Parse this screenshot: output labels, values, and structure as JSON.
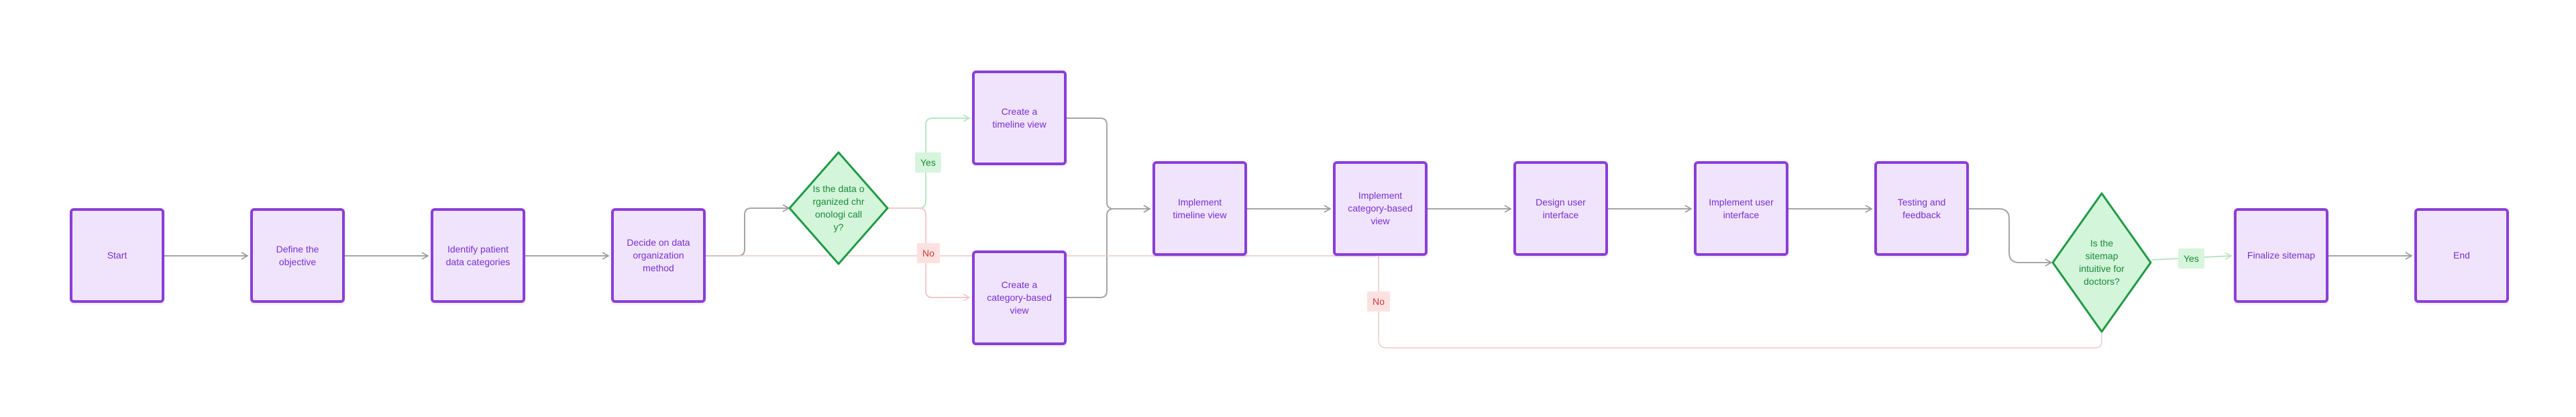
{
  "colors": {
    "process_fill": "#f0e4fd",
    "process_border": "#8a3ed8",
    "process_text": "#7a2fd3",
    "decision_fill": "#d3f5da",
    "decision_border": "#1f9a45",
    "decision_text": "#1b8a3a",
    "edge_neutral": "#a5a5a5",
    "edge_yes": "#b8e6c2",
    "edge_no": "#f3c9c9"
  },
  "nodes": {
    "start": "Start",
    "define_objective": "Define the objective",
    "identify_categories": "Identify patient data categories",
    "decide_method": "Decide on data organization method",
    "decision_chronological": "Is the data organized chronologi cally?",
    "create_timeline": "Create a timeline view",
    "create_category": "Create a category-based view",
    "implement_timeline": "Implement timeline view",
    "implement_category": "Implement category-based view",
    "design_ui": "Design user interface",
    "implement_ui": "Implement user interface",
    "testing": "Testing and feedback",
    "decision_intuitive": "Is the sitemap intuitive for doctors?",
    "finalize": "Finalize sitemap",
    "end": "End"
  },
  "labels": {
    "yes_1": "Yes",
    "no_1": "No",
    "yes_2": "Yes",
    "no_2": "No"
  }
}
